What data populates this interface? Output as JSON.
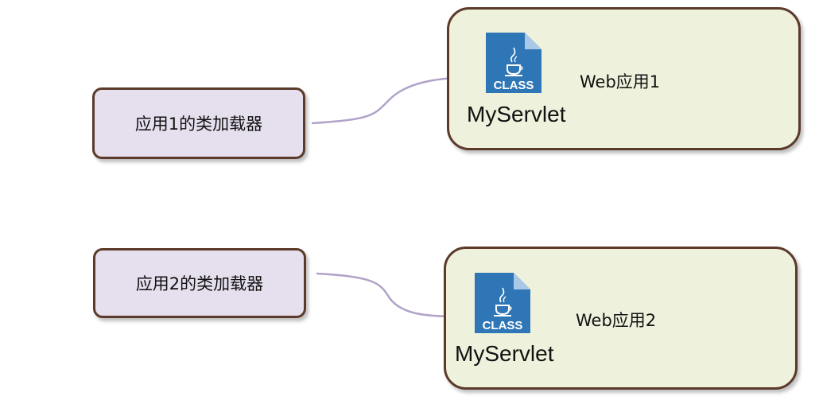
{
  "loaders": [
    {
      "label": "应用1的类加载器"
    },
    {
      "label": "应用2的类加载器"
    }
  ],
  "webapps": [
    {
      "label": "Web应用1",
      "class_name": "MyServlet",
      "icon_text": "CLASS"
    },
    {
      "label": "Web应用2",
      "class_name": "MyServlet",
      "icon_text": "CLASS"
    }
  ],
  "colors": {
    "loader_fill": "#e6dfee",
    "webapp_fill": "#eef2dd",
    "border": "#5b3a2a",
    "connector": "#b1a3c8",
    "icon_blue": "#2e76b5"
  },
  "icons": {
    "class_file": "java-class-file-icon"
  }
}
